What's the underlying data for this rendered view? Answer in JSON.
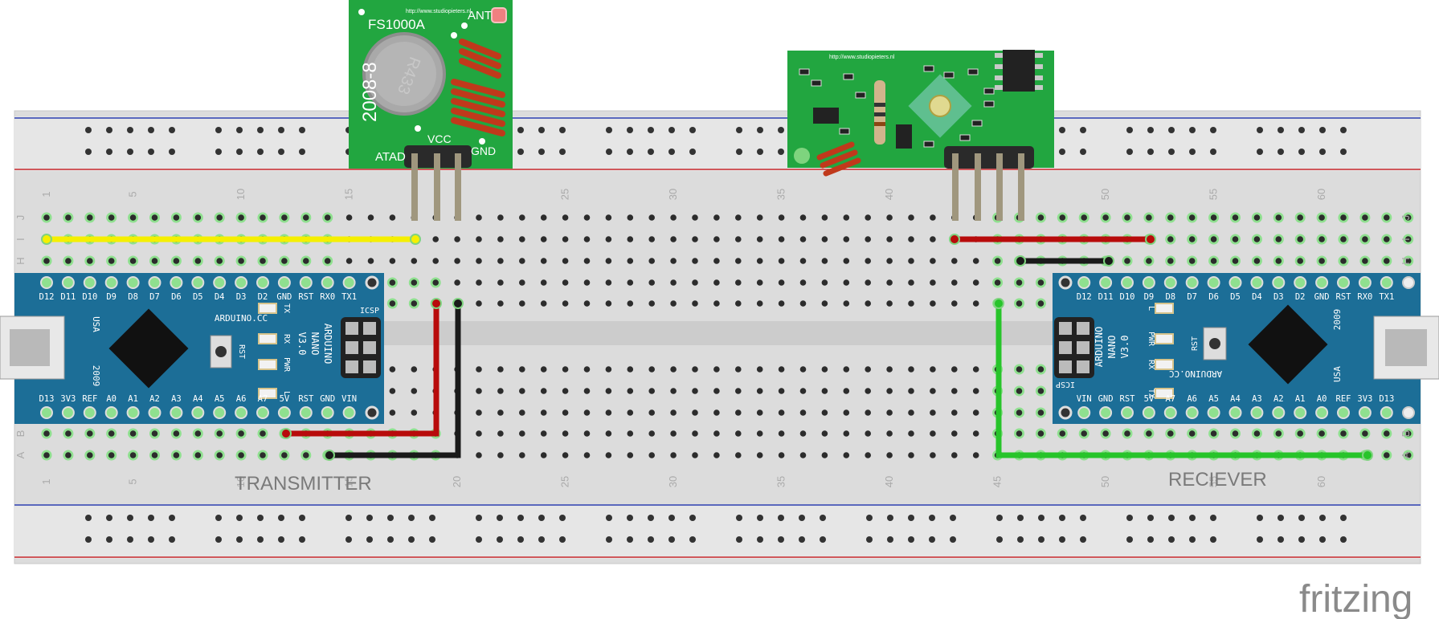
{
  "app": {
    "watermark": "fritzing"
  },
  "colors": {
    "breadboard": "#d9d9d9",
    "rail_blue": "#2b3eaf",
    "rail_red": "#c8282d",
    "arduino_blue": "#1c6e97",
    "module_green": "#22a640",
    "wire_yellow": "#f5ef00",
    "wire_red": "#b80b0b",
    "wire_black": "#1a1a1a",
    "wire_green": "#27c42a"
  },
  "breadboard": {
    "column_numbers": [
      "1",
      "5",
      "10",
      "15",
      "20",
      "25",
      "30",
      "35",
      "40",
      "45",
      "50",
      "55",
      "60"
    ],
    "top_labels": [
      "1",
      "5",
      "10",
      "15",
      "",
      "25",
      "30",
      "35",
      "40",
      "",
      "50",
      "55",
      "60"
    ],
    "row_labels_top": [
      "J",
      "I",
      "H"
    ],
    "row_labels_bottom": [
      "B",
      "A"
    ]
  },
  "transmitter": {
    "name": "FS1000A",
    "url": "http://www.studiopieters.nl",
    "antenna_label": "ANT",
    "year": "2008-8",
    "crystal": "R433",
    "pins": [
      "ATAD",
      "VCC",
      "GND"
    ]
  },
  "receiver_module": {
    "url": "http://www.studiopieters.nl"
  },
  "arduino_left": {
    "top_pins": [
      "D12",
      "D11",
      "D10",
      "D9",
      "D8",
      "D7",
      "D6",
      "D5",
      "D4",
      "D3",
      "D2",
      "GND",
      "RST",
      "RX0",
      "TX1"
    ],
    "bottom_pins": [
      "D13",
      "3V3",
      "REF",
      "A0",
      "A1",
      "A2",
      "A3",
      "A4",
      "A5",
      "A6",
      "A7",
      "5V",
      "RST",
      "GND",
      "VIN"
    ],
    "brand": "ARDUINO.CC",
    "model": [
      "ARDUINO",
      "NANO",
      "V3.0"
    ],
    "usa": "USA",
    "year": "2009",
    "icsp": "ICSP",
    "leds": [
      "TX",
      "RX",
      "PWR",
      "L"
    ],
    "rst": "RST"
  },
  "arduino_right": {
    "top_pins": [
      "D12",
      "D11",
      "D10",
      "D9",
      "D8",
      "D7",
      "D6",
      "D5",
      "D4",
      "D3",
      "D2",
      "GND",
      "RST",
      "RX0",
      "TX1"
    ],
    "bottom_pins": [
      "VIN",
      "GND",
      "RST",
      "5V",
      "A7",
      "A6",
      "A5",
      "A4",
      "A3",
      "A2",
      "A1",
      "A0",
      "REF",
      "3V3",
      "D13"
    ],
    "brand": "ARDUINO.CC",
    "model": [
      "ARDUINO",
      "NANO",
      "V3.0"
    ],
    "usa": "USA",
    "year": "2009",
    "icsp": "ICSP",
    "leds": [
      "L",
      "PWR",
      "RX",
      "TX"
    ],
    "rst": "RST"
  },
  "labels": {
    "transmitter": "TRANSMITTER",
    "receiver": "RECIEVER"
  }
}
